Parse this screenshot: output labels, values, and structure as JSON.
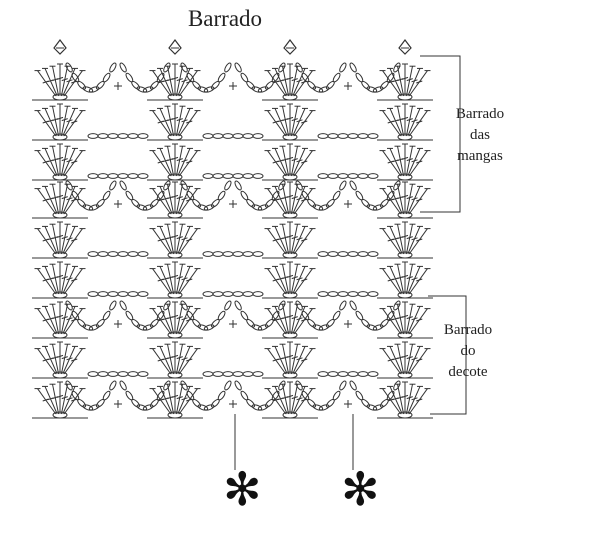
{
  "title": "Barrado",
  "bracket_mangas": {
    "lines": [
      "Barrado",
      "das",
      "mangas"
    ]
  },
  "bracket_decote": {
    "lines": [
      "Barrado",
      "do",
      "decote"
    ]
  },
  "marker_symbol": "✻",
  "colors": {
    "ink": "#333333",
    "text": "#222222"
  },
  "icons": [
    "fan-stitch-icon",
    "chain-loop-icon",
    "single-crochet-icon",
    "picot-icon",
    "asterisk-icon"
  ]
}
